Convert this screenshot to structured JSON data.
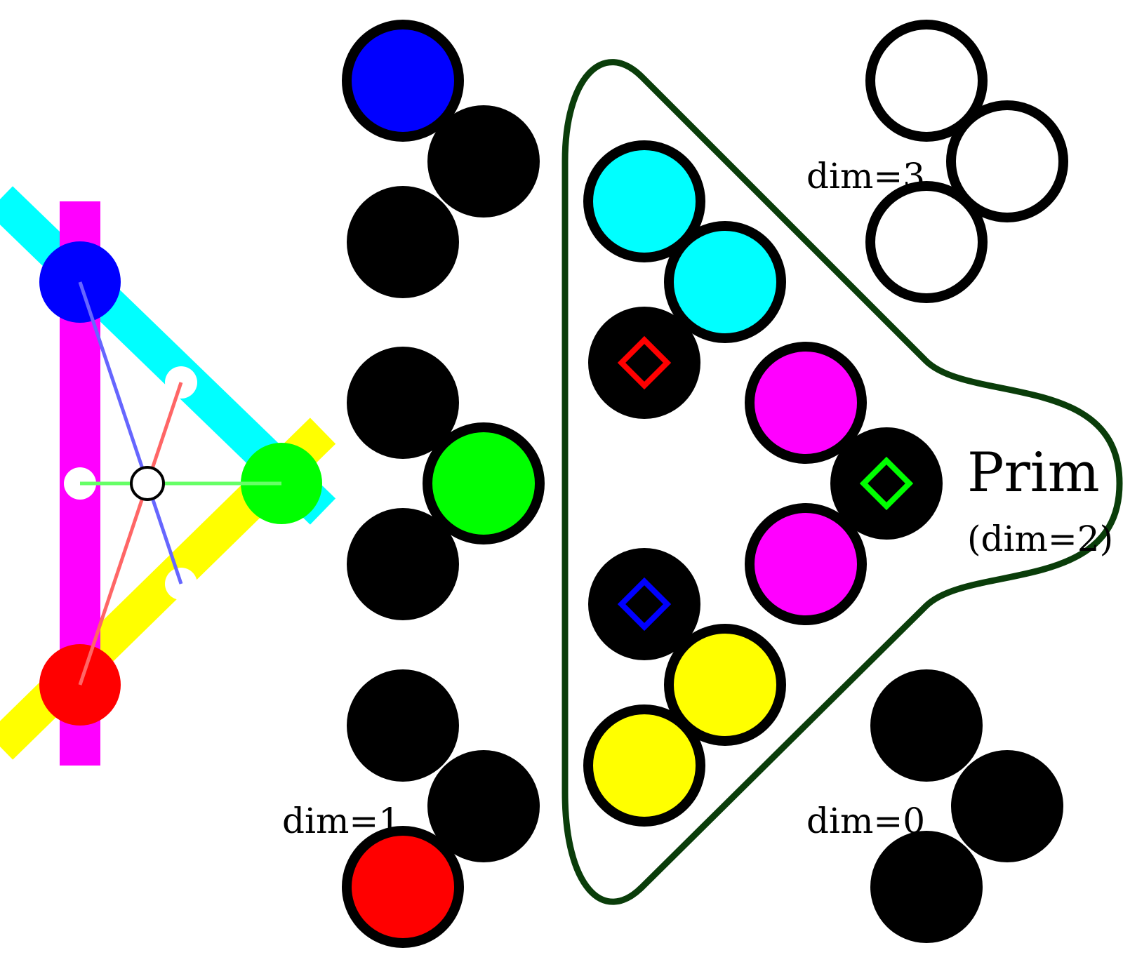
{
  "colors": {
    "red": "#ff0000",
    "green": "#00ff00",
    "blue": "#0000ff",
    "cyan": "#00ffff",
    "magenta": "#ff00ff",
    "yellow": "#ffff00",
    "black": "#000000",
    "white": "#ffffff",
    "outline": "#0a3d0a"
  },
  "labels": {
    "dim3": "dim=3",
    "dim1": "dim=1",
    "dim0": "dim=0",
    "prim": "Prim",
    "prim_dim": "(dim=2)"
  },
  "groups": {
    "top_left": [
      "blue",
      "black",
      "black"
    ],
    "mid_left": [
      "black",
      "green",
      "black"
    ],
    "bottom_left": [
      "black",
      "black",
      "red"
    ],
    "top_right": [
      "white",
      "white",
      "white"
    ],
    "bottom_right": [
      "black",
      "black",
      "black"
    ],
    "prim_cyan": [
      "cyan",
      "cyan",
      "black-red-diamond"
    ],
    "prim_magenta": [
      "magenta",
      "black-green-diamond",
      "magenta"
    ],
    "prim_yellow": [
      "black-blue-diamond",
      "yellow",
      "yellow"
    ]
  }
}
